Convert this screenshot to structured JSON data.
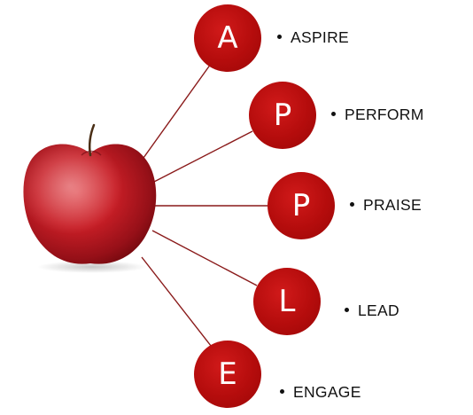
{
  "colors": {
    "accent": "#b40c0c",
    "connector": "#8a1a1a",
    "text": "#111111"
  },
  "image": {
    "icon": "red-apple-icon"
  },
  "items": [
    {
      "letter": "A",
      "label": "ASPIRE"
    },
    {
      "letter": "P",
      "label": "PERFORM"
    },
    {
      "letter": "P",
      "label": "PRAISE"
    },
    {
      "letter": "L",
      "label": "LEAD"
    },
    {
      "letter": "E",
      "label": "ENGAGE"
    }
  ]
}
